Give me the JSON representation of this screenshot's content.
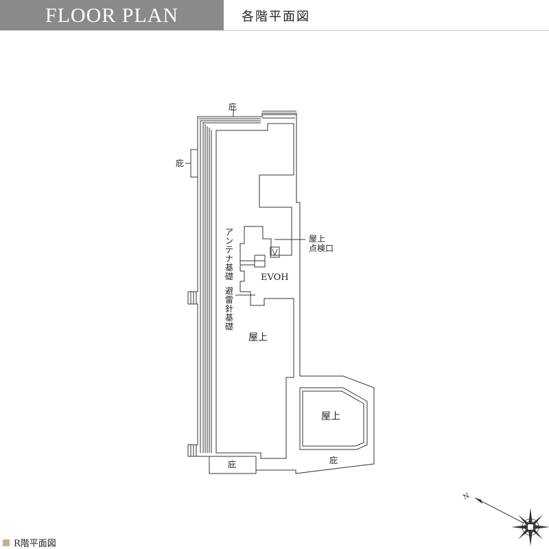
{
  "header": {
    "title": "FLOOR PLAN",
    "subtitle": "各階平面図"
  },
  "plan": {
    "labels": {
      "eave_top": "庇",
      "eave_left": "庇",
      "eave_bottom_left": "庇",
      "eave_bottom_right": "庇",
      "roof_main": "屋上",
      "roof_annex": "屋上",
      "evoh": "EVOH",
      "antenna_foundation": [
        "ア",
        "ン",
        "テ",
        "ナ",
        "基",
        "礎"
      ],
      "lightning_rod_foundation": [
        "避",
        "雷",
        "針",
        "基",
        "礎"
      ],
      "roof_hatch": [
        "屋上",
        "点検口"
      ]
    },
    "compass": {
      "north_label": "N"
    }
  },
  "floor": {
    "label": "R階平面図",
    "swatch_color": "#c2b48a"
  },
  "colors": {
    "header_bg": "#8a8a8d",
    "line": "#333333"
  }
}
